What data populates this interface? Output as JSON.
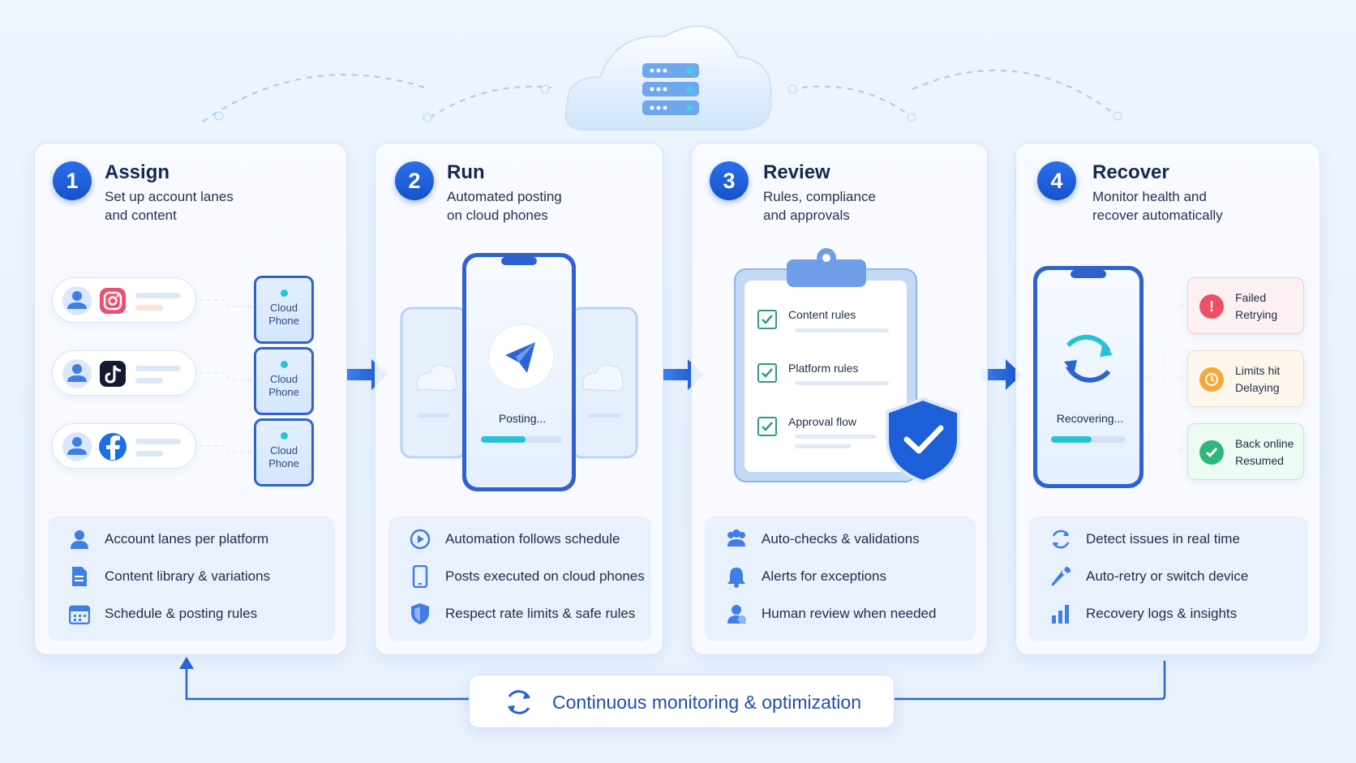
{
  "stages": [
    {
      "number": "1",
      "title": "Assign",
      "subtitle_line1": "Set up account lanes",
      "subtitle_line2": "and content",
      "features": [
        "Account lanes per platform",
        "Content library & variations",
        "Schedule & posting rules"
      ],
      "cloud_phones": [
        {
          "line1": "Cloud",
          "line2": "Phone"
        },
        {
          "line1": "Cloud",
          "line2": "Phone"
        },
        {
          "line1": "Cloud",
          "line2": "Phone"
        }
      ],
      "lanes": [
        {
          "platform": "instagram-icon"
        },
        {
          "platform": "tiktok-icon"
        },
        {
          "platform": "facebook-icon"
        }
      ]
    },
    {
      "number": "2",
      "title": "Run",
      "subtitle_line1": "Automated posting",
      "subtitle_line2": "on cloud phones",
      "phone_status": "Posting...",
      "progress": 0.55,
      "features": [
        "Automation follows schedule",
        "Posts executed on cloud phones",
        "Respect rate limits & safe rules"
      ]
    },
    {
      "number": "3",
      "title": "Review",
      "subtitle_line1": "Rules, compliance",
      "subtitle_line2": "and approvals",
      "checklist": [
        "Content rules",
        "Platform rules",
        "Approval flow"
      ],
      "features": [
        "Auto-checks & validations",
        "Alerts for exceptions",
        "Human review when needed"
      ]
    },
    {
      "number": "4",
      "title": "Recover",
      "subtitle_line1": "Monitor health and",
      "subtitle_line2": "recover automatically",
      "phone_status": "Recovering...",
      "progress": 0.55,
      "statuses": [
        {
          "line1": "Failed",
          "line2": "Retrying",
          "icon": "alert-icon",
          "color": "#ef4f63"
        },
        {
          "line1": "Limits hit",
          "line2": "Delaying",
          "icon": "clock-icon",
          "color": "#f5a93a"
        },
        {
          "line1": "Back online",
          "line2": "Resumed",
          "icon": "check-circle-icon",
          "color": "#2fb67e"
        }
      ],
      "features": [
        "Detect issues in real time",
        "Auto-retry or switch device",
        "Recovery logs & insights"
      ]
    }
  ],
  "footer": {
    "label": "Continuous monitoring & optimization",
    "icon": "refresh-icon"
  },
  "colors": {
    "accent": "#1553cc",
    "cyan": "#25c2d8",
    "card": "#f8fbff"
  }
}
